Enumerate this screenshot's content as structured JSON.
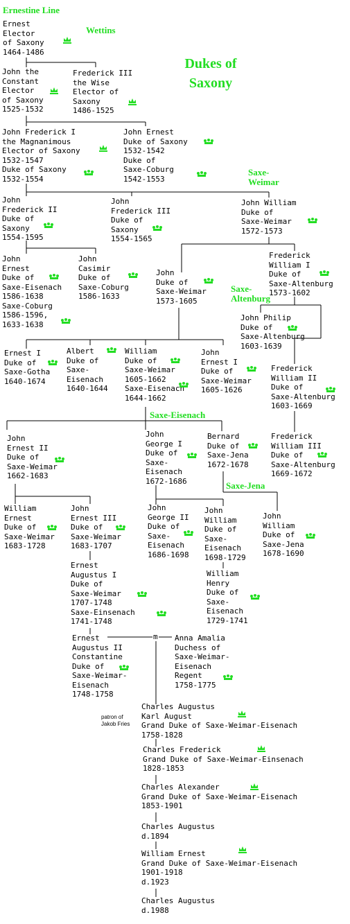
{
  "labels": {
    "ernestine_line": "Ernestine Line",
    "wettins": "Wettins",
    "dukes_of_saxony": [
      "Dukes of",
      "Saxony"
    ],
    "saxe_weimar": [
      "Saxe-",
      "Weimar"
    ],
    "saxe_altenburg": [
      "Saxe-",
      "Altenburg"
    ],
    "saxe_eisenach": "Saxe-Eisenach",
    "saxe_jena": "Saxe-Jena"
  },
  "note": [
    "patron of",
    "Jakob Fries"
  ],
  "marriage_symbol": "m",
  "icons": {
    "crown": "crown-icon",
    "coronet": "coronet-icon",
    "crown_color": "#22dd22"
  },
  "people": {
    "ernest": [
      "Ernest",
      "Elector",
      "of Saxony",
      "1464-1486"
    ],
    "john_constant": [
      "John the",
      "Constant",
      "Elector",
      "of Saxony",
      "1525-1532"
    ],
    "frederick_iii_wise": [
      "Frederick III",
      "the Wise",
      "Elector of",
      "Saxony",
      "1486-1525"
    ],
    "john_frederick_i": [
      "John Frederick I",
      "the Magnanimous",
      "Elector of Saxony",
      "1532-1547",
      "Duke of Saxony",
      "1532-1554"
    ],
    "john_ernest_coburg": [
      "John Ernest",
      "Duke of Saxony",
      "1532-1542",
      "Duke of",
      "Saxe-Coburg",
      "1542-1553"
    ],
    "john_frederick_ii": [
      "John",
      "Frederick II",
      "Duke of",
      "Saxony",
      "1554-1595"
    ],
    "john_frederick_iii": [
      "John",
      "Frederick III",
      "Duke of",
      "Saxony",
      "1554-1565"
    ],
    "john_william_weimar": [
      "John William",
      "Duke of",
      "Saxe-Weimar",
      "1572-1573"
    ],
    "john_ernest_eisenach": [
      "John",
      "Ernest",
      "Duke of",
      "Saxe-Eisenach",
      "1586-1638",
      "Saxe-Coburg",
      "1586-1596,",
      "1633-1638"
    ],
    "john_casimir": [
      "John",
      "Casimir",
      "Duke of",
      "Saxe-Coburg",
      "1586-1633"
    ],
    "john_weimar": [
      "John",
      "Duke of",
      "Saxe-Weimar",
      "1573-1605"
    ],
    "frederick_william_i": [
      "Frederick",
      "William I",
      "Duke of",
      "Saxe-Altenburg",
      "1573-1602"
    ],
    "john_philip": [
      "John Philip",
      "Duke of",
      "Saxe-Altenburg",
      "1603-1639"
    ],
    "ernest_i_gotha": [
      "Ernest I",
      "Duke of",
      "Saxe-Gotha",
      "1640-1674"
    ],
    "albert_eisenach": [
      "Albert",
      "Duke of",
      "Saxe-",
      "Eisenach",
      "1640-1644"
    ],
    "william_weimar": [
      "William",
      "Duke of",
      "Saxe-Weimar",
      "1605-1662",
      "Saxe-Eisenach",
      "1644-1662"
    ],
    "john_ernest_i_weimar": [
      "John",
      "Ernest I",
      "Duke of",
      "Saxe-Weimar",
      "1605-1626"
    ],
    "frederick_william_ii": [
      "Frederick",
      "William II",
      "Duke of",
      "Saxe-Altenburg",
      "1603-1669"
    ],
    "john_ernest_ii": [
      "John",
      "Ernest II",
      "Duke of",
      "Saxe-Weimar",
      "1662-1683"
    ],
    "john_george_i": [
      "John",
      "George I",
      "Duke of",
      "Saxe-",
      "Eisenach",
      "1672-1686"
    ],
    "bernard_jena": [
      "Bernard",
      "Duke of",
      "Saxe-Jena",
      "1672-1678"
    ],
    "frederick_william_iii": [
      "Frederick",
      "William III",
      "Duke of",
      "Saxe-Altenburg",
      "1669-1672"
    ],
    "william_ernest": [
      "William",
      "Ernest",
      "Duke of",
      "Saxe-Weimar",
      "1683-1728"
    ],
    "john_ernest_iii": [
      "John",
      "Ernest III",
      "Duke of",
      "Saxe-Weimar",
      "1683-1707"
    ],
    "john_george_ii": [
      "John",
      "George II",
      "Duke of",
      "Saxe-",
      "Eisenach",
      "1686-1698"
    ],
    "john_william_eisenach": [
      "John",
      "William",
      "Duke of",
      "Saxe-",
      "Eisenach",
      "1698-1729"
    ],
    "john_william_jena": [
      "John",
      "William",
      "Duke of",
      "Saxe-Jena",
      "1678-1690"
    ],
    "ernest_augustus_i": [
      "Ernest",
      "Augustus I",
      "Duke of",
      "Saxe-Weimar",
      "1707-1748",
      "Saxe-Einsenach",
      "1741-1748"
    ],
    "william_henry": [
      "William",
      "Henry",
      "Duke of",
      "Saxe-",
      "Eisenach",
      "1729-1741"
    ],
    "ernest_augustus_ii": [
      "Ernest",
      "Augustus II",
      "Constantine",
      "Duke of",
      "Saxe-Weimar-",
      "Eisenach",
      "1748-1758"
    ],
    "anna_amalia": [
      "Anna Amalia",
      "Duchess of",
      "Saxe-Weimar-",
      "Eisenach",
      "Regent",
      "1758-1775"
    ],
    "charles_augustus_karl": [
      "Charles Augustus",
      "Karl August",
      "Grand Duke of Saxe-Weimar-Eisenach",
      "1758-1828"
    ],
    "charles_frederick": [
      "Charles Frederick",
      "Grand Duke of Saxe-Weimar-Einsenach",
      "1828-1853"
    ],
    "charles_alexander": [
      "Charles Alexander",
      "Grand Duke of Saxe-Weimar-Eisenach",
      "1853-1901"
    ],
    "charles_augustus_1894": [
      "Charles Augustus",
      "d.1894"
    ],
    "william_ernest_gd": [
      "William Ernest",
      "Grand Duke of Saxe-Weimar-Eisenach",
      "1901-1918",
      "d.1923"
    ],
    "charles_augustus_1988": [
      "Charles Augustus",
      "d.1988"
    ]
  }
}
